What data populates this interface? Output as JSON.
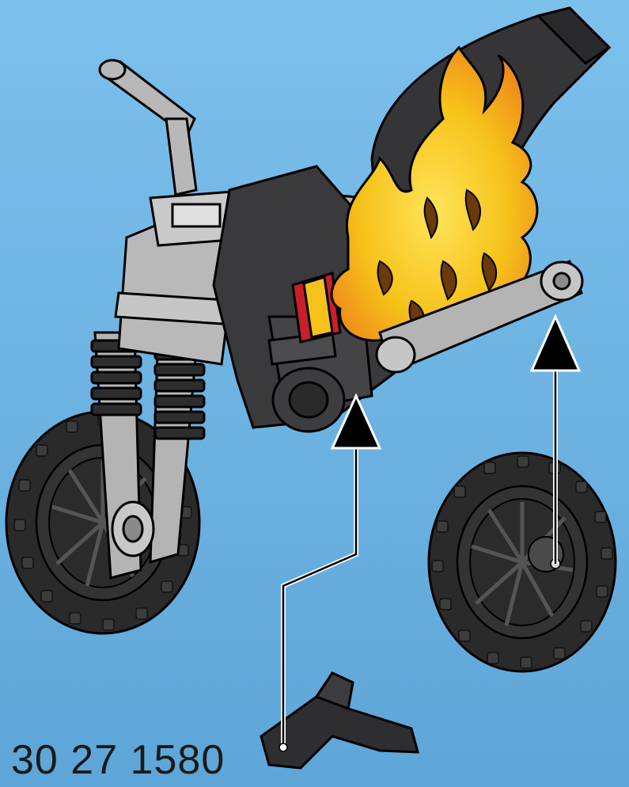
{
  "instruction": {
    "part_number": "30 27 1580"
  },
  "colors": {
    "background": "#6fb4e2",
    "motorcycle_body": "#3a3a3c",
    "frame_gray": "#b4b4b4",
    "tire": "#2a2a2a",
    "flame_yellow": "#f6c21a",
    "flame_orange": "#ef8a1c",
    "decal_red": "#c8202a",
    "outline": "#000000",
    "arrow": "#000000"
  },
  "parts": [
    "rear-wheel",
    "kickstand"
  ]
}
